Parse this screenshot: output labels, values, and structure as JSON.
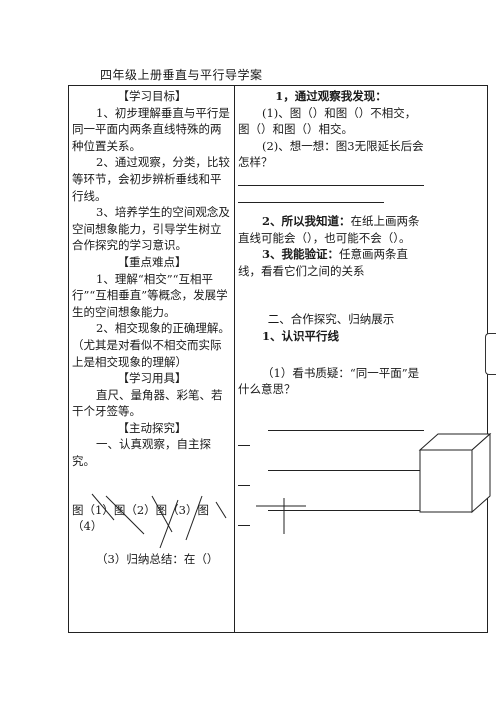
{
  "doc_title": "四年级上册垂直与平行导学案",
  "left": {
    "goals_heading": "【学习目标】",
    "goal1": "1、初步理解垂直与平行是同一平面内两条直线特殊的两种位置关系。",
    "goal2": "2、通过观察，分类，比较等环节，会初步辨析垂线和平行线。",
    "goal3": "3、培养学生的空间观念及空间想象能力，引导学生树立合作探究的学习意识。",
    "key_heading": "【重点难点】",
    "key1": "1、理解“相交”“互相平行”“互相垂直”等概念，发展学生的空间想象能力。",
    "key2": "2、相交现象的正确理解。（尤其是对看似不相交而实际上是相交现象的理解）",
    "tools_heading": "【学习用具】",
    "tools": "直尺、量角器、彩笔、若干个牙签等。",
    "explore_heading": "【主动探究】",
    "explore1": "一、认真观察，自主探究。",
    "figure_labels": "图（1）图（2）图（3）图（4）",
    "summary": "（3）归纳总结：在（）"
  },
  "right": {
    "observe_heading": "1，通过观察我发现：",
    "observe1": "(1)、图（）和图（）不相交，图（）和图（）相交。",
    "observe2": "(2)、想一想：图3无限延长后会怎样？",
    "know_heading": "2、所以我知道：",
    "know_text": "在纸上画两条直线可能会（），也可能不会（）。",
    "verify_heading": "3、我能验证：",
    "verify_text": "任意画两条直线，看看它们之间的关系",
    "part2_heading": "二、合作探究、归纳展示",
    "parallel_heading": "1、认识平行线",
    "question": "（1）看书质疑：“同一平面”是什么意思？"
  }
}
